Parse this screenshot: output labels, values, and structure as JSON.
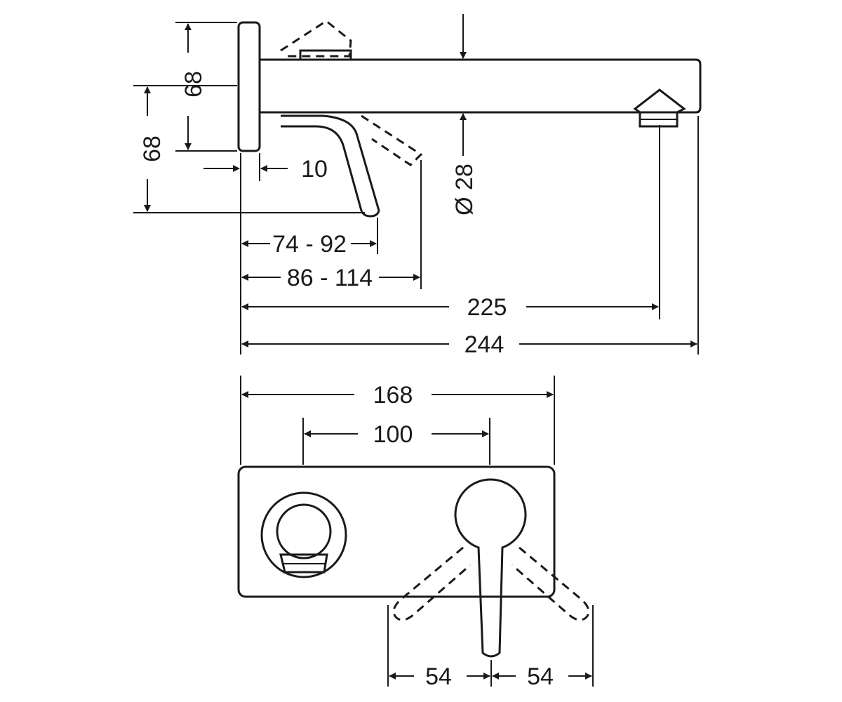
{
  "drawing": {
    "side_view": {
      "dim_plate_height": "68",
      "dim_lever_height": "68",
      "dim_plate_depth": "10",
      "dim_spout_diameter": "Ø 28",
      "dim_lever_reach": "74 - 92",
      "dim_lever_reach_open": "86 - 114",
      "dim_spout_projection": "225",
      "dim_total_projection": "244"
    },
    "front_view": {
      "dim_plate_width": "168",
      "dim_center_distance": "100",
      "dim_lever_left_swing": "54",
      "dim_lever_right_swing": "54"
    }
  }
}
